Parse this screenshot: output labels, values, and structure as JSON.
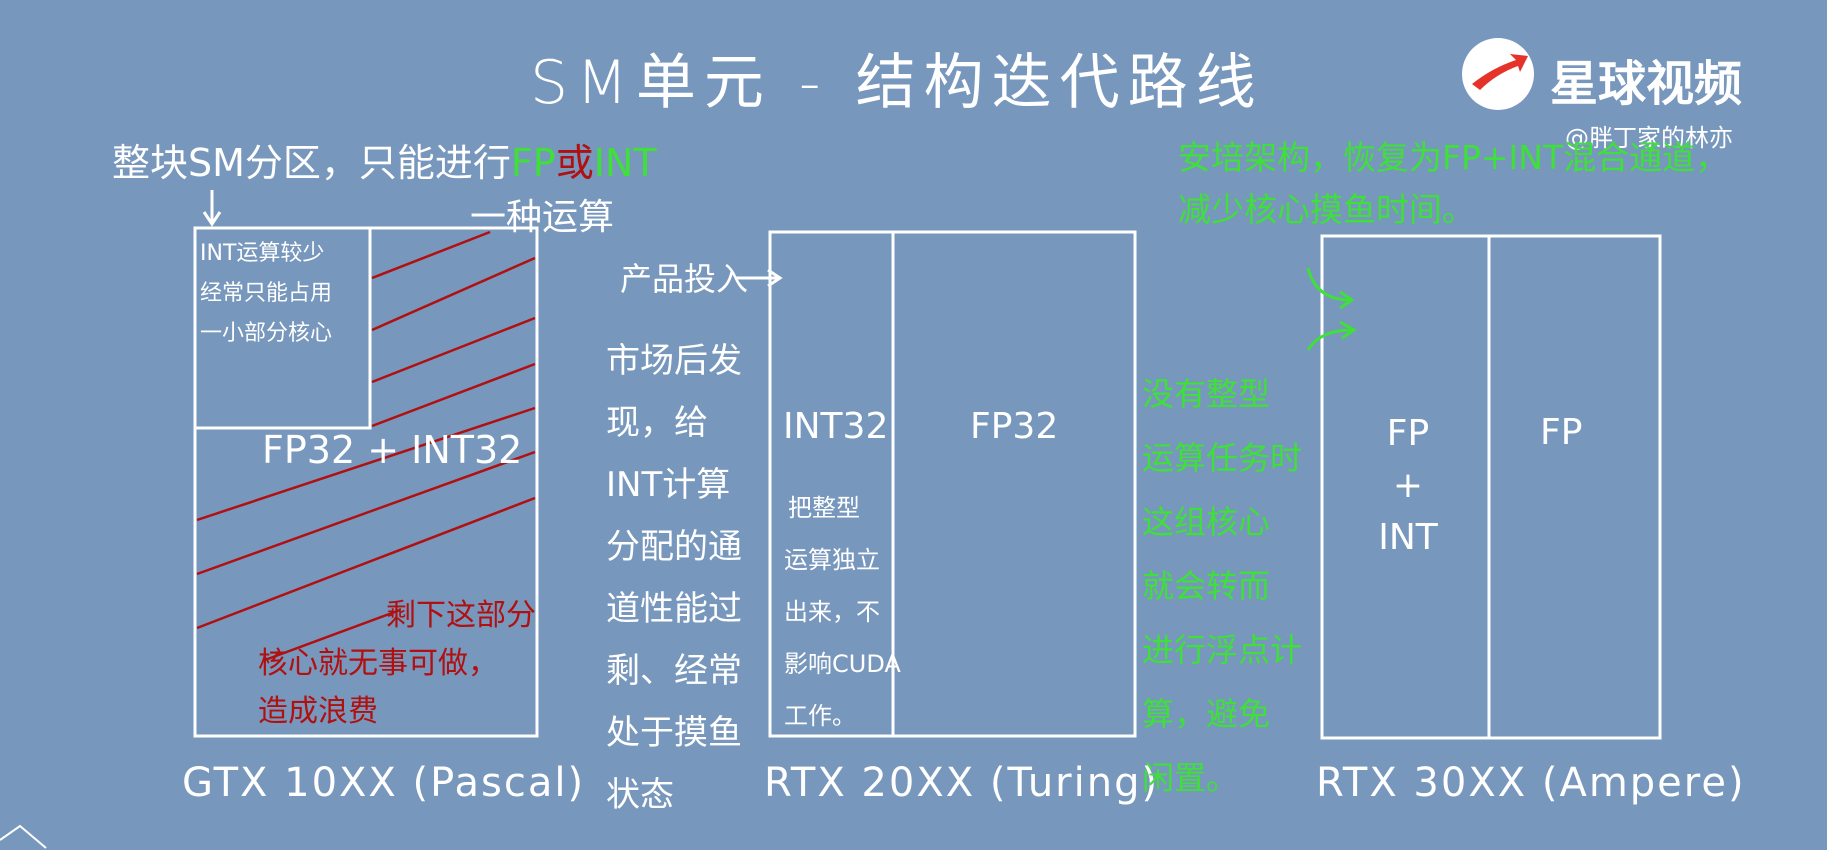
{
  "title": "SM单元 - 结构迭代路线",
  "brand": {
    "name": "星球视频",
    "handle": "@胖丁家的林亦",
    "logo_icon": "planet-logo-icon"
  },
  "pascal": {
    "header_prefix": "整块SM分区，只能进行",
    "header_fp": "FP",
    "header_or": "或",
    "header_int": "INT",
    "header_suffix": "一种运算",
    "int_note": [
      "INT运算较少",
      "经常只能占用",
      "一小部分核心"
    ],
    "core_label": "FP32 + INT32",
    "waste_note": [
      "剩下这部分",
      "核心就无事可做，",
      "造成浪费"
    ],
    "caption": "GTX 10XX (Pascal)"
  },
  "middle_note": {
    "arrow_label": "产品投入",
    "lines": [
      "市场后发",
      "现，给",
      "INT计算",
      "分配的通",
      "道性能过",
      "剩、经常",
      "处于摸鱼",
      "状态"
    ]
  },
  "turing": {
    "int_label": "INT32",
    "fp_label": "FP32",
    "int_note": [
      "把整型",
      "运算独立",
      "出来，不",
      "影响CUDA",
      "工作。"
    ],
    "caption": "RTX 20XX (Turing)"
  },
  "green_note": {
    "lines": [
      "没有整型",
      "运算任务时",
      "这组核心",
      "就会转而",
      "进行浮点计",
      "算，避免",
      "闲置。"
    ]
  },
  "ampere": {
    "header": [
      "安培架构，恢复为FP+INT混合通道，",
      "减少核心摸鱼时间。"
    ],
    "left_label": [
      "FP",
      "+",
      "INT"
    ],
    "right_label": "FP",
    "caption": "RTX 30XX (Ampere)"
  },
  "colors": {
    "background": "#7797bd",
    "chalk_white": "#ffffff",
    "chalk_green": "#3fe03a",
    "chalk_red": "#b01010"
  }
}
